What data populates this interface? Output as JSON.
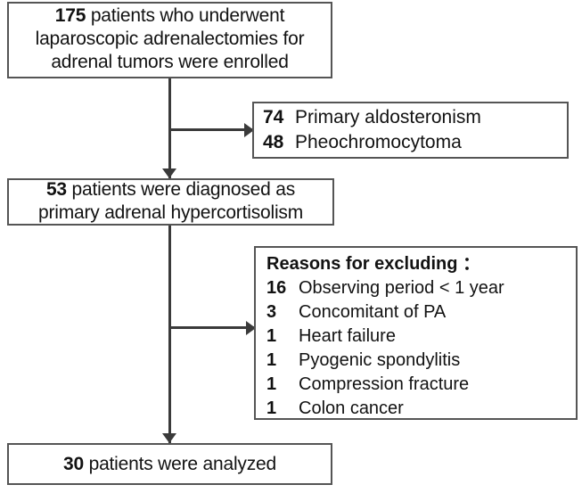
{
  "figure": {
    "type": "flow-diagram",
    "title": "Patient selection flow diagram",
    "colors": {
      "box_border": "#555555",
      "connector": "#3a3a3a",
      "background": "#ffffff",
      "text": "#121212"
    }
  },
  "boxes": {
    "enrolled": {
      "name": "enrolled-box",
      "lines": [
        {
          "num": "175",
          "text": " patients who underwent"
        },
        {
          "num": "",
          "text": "laparoscopic adrenalectomies for"
        },
        {
          "num": "",
          "text": "adrenal tumors were  enrolled"
        }
      ]
    },
    "other_diagnoses": {
      "name": "other-diagnoses-box",
      "rows": [
        {
          "count": "74",
          "label": "Primary aldosteronism"
        },
        {
          "count": "48",
          "label": "Pheochromocytoma"
        }
      ]
    },
    "diagnosed": {
      "name": "diagnosed-box",
      "lines": [
        {
          "num": "53",
          "text": " patients were diagnosed as"
        },
        {
          "num": "",
          "text": "primary adrenal hypercortisolism"
        }
      ]
    },
    "excluded": {
      "name": "exclusion-reasons-box",
      "header": "Reasons for excluding ：",
      "rows": [
        {
          "count": "16",
          "label": "Observing period < 1 year"
        },
        {
          "count": "3",
          "label": "Concomitant of PA"
        },
        {
          "count": "1",
          "label": "Heart failure"
        },
        {
          "count": "1",
          "label": "Pyogenic spondylitis"
        },
        {
          "count": "1",
          "label": "Compression fracture"
        },
        {
          "count": "1",
          "label": "Colon cancer"
        }
      ]
    },
    "analyzed": {
      "name": "analyzed-box",
      "lines": [
        {
          "num": "30",
          "text": " patients were analyzed"
        }
      ]
    }
  },
  "connectors": [
    {
      "name": "trunk-enrolled-to-diagnosed",
      "kind": "vertical-arrow"
    },
    {
      "name": "branch-to-other-diagnoses",
      "kind": "horizontal-arrow"
    },
    {
      "name": "trunk-diagnosed-to-analyzed",
      "kind": "vertical-arrow"
    },
    {
      "name": "branch-to-exclusion-reasons",
      "kind": "horizontal-arrow"
    }
  ]
}
